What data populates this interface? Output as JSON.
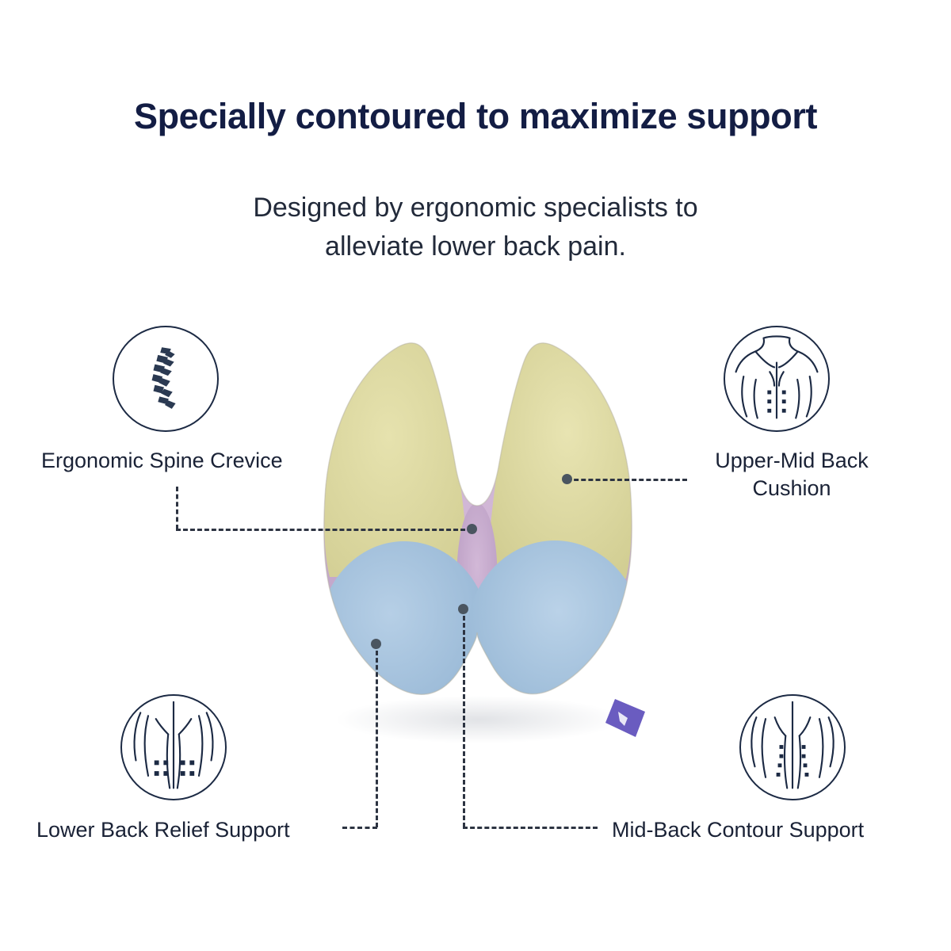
{
  "page": {
    "background_color": "#ffffff",
    "title": "Specially contoured to maximize support",
    "subtitle_line1": "Designed by ergonomic specialists to",
    "subtitle_line2": "alleviate lower back pain.",
    "title_color": "#131d44",
    "subtitle_color": "#222a3a"
  },
  "callouts": [
    {
      "id": "ergonomic-spine-crevice",
      "label": "Ergonomic Spine Crevice",
      "icon": "spine-icon",
      "position": "top-left"
    },
    {
      "id": "upper-mid-back-cushion",
      "label_line1": "Upper-Mid Back",
      "label_line2": "Cushion",
      "icon": "upper-back-icon",
      "position": "top-right"
    },
    {
      "id": "lower-back-relief-support",
      "label": "Lower Back Relief Support",
      "icon": "lower-back-icon",
      "position": "bottom-left"
    },
    {
      "id": "mid-back-contour-support",
      "label": "Mid-Back Contour Support",
      "icon": "mid-back-icon",
      "position": "bottom-right"
    }
  ],
  "product": {
    "name": "contoured-lumbar-back-cushion",
    "zone_colors": {
      "upper_cushion_yellow": "#ddd9a3",
      "spine_crevice_purple": "#c6a9cc",
      "lower_lobe_blue": "#a6c3de",
      "mid_contour_green": "#b9d59c",
      "brand_tag_purple": "#6a5cc0"
    },
    "connector_color": "#2d3442",
    "dot_color": "#4a5560"
  }
}
